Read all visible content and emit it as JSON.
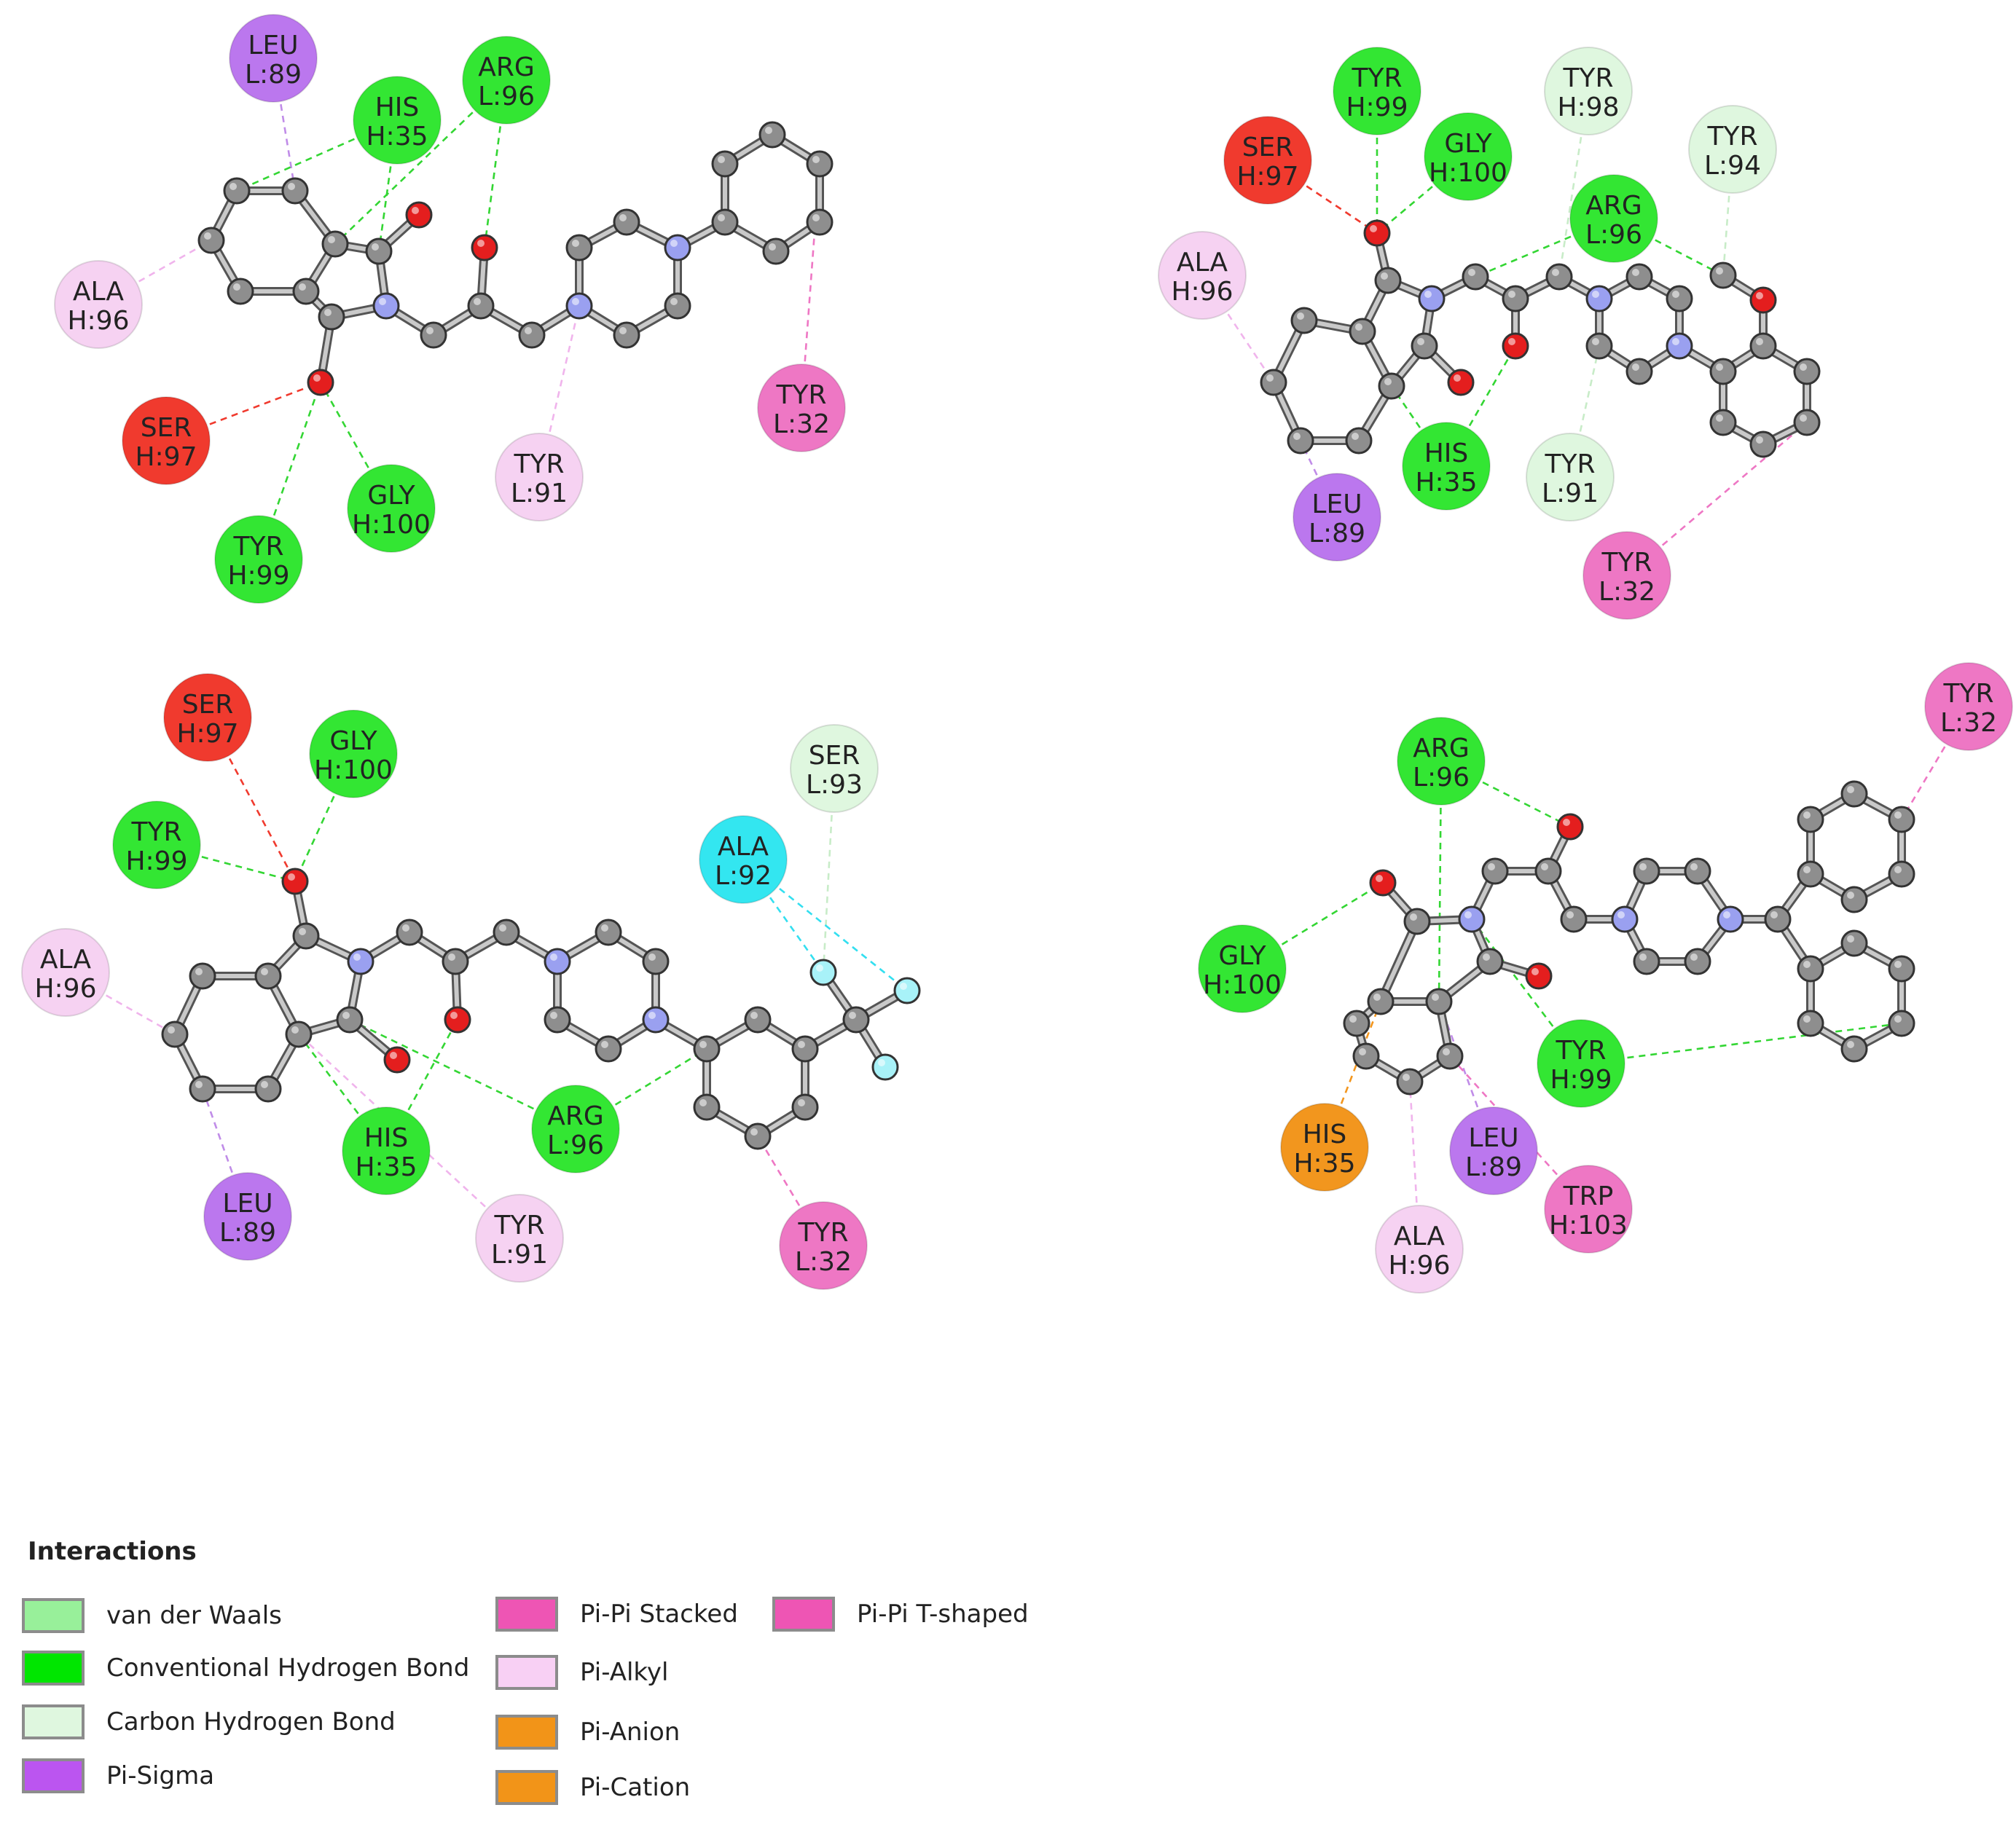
{
  "residue_types": {
    "vdw": "#98f09a",
    "hbond": "#33e633",
    "carbonh": "#dff7df",
    "pisigma": "#bb77ee",
    "pistack": "#ee77c4",
    "pialkyl": "#f6d2f2",
    "pianion": "#f2961e",
    "pication": "#f2961e",
    "pitshaped": "#ee77c4",
    "unfav": "#f03a2e",
    "halogen": "#33e6f0"
  },
  "atom_colors": {
    "C": "#8e8e8e",
    "N": "#9aa0f0",
    "O": "#e41e1e",
    "F": "#a8f2f8"
  },
  "panels": [
    {
      "residues": [
        {
          "id": "leu89",
          "l1": "LEU",
          "l2": "L:89",
          "type": "pisigma"
        },
        {
          "id": "his35",
          "l1": "HIS",
          "l2": "H:35",
          "type": "hbond"
        },
        {
          "id": "arg96",
          "l1": "ARG",
          "l2": "L:96",
          "type": "hbond"
        },
        {
          "id": "ala96",
          "l1": "ALA",
          "l2": "H:96",
          "type": "pialkyl"
        },
        {
          "id": "ser97",
          "l1": "SER",
          "l2": "H:97",
          "type": "unfav"
        },
        {
          "id": "tyr99",
          "l1": "TYR",
          "l2": "H:99",
          "type": "hbond"
        },
        {
          "id": "gly100",
          "l1": "GLY",
          "l2": "H:100",
          "type": "hbond"
        },
        {
          "id": "tyr91",
          "l1": "TYR",
          "l2": "L:91",
          "type": "pialkyl"
        },
        {
          "id": "tyr32",
          "l1": "TYR",
          "l2": "L:32",
          "type": "pistack"
        }
      ]
    },
    {
      "residues": [
        {
          "id": "tyr99",
          "l1": "TYR",
          "l2": "H:99",
          "type": "hbond"
        },
        {
          "id": "tyr98",
          "l1": "TYR",
          "l2": "H:98",
          "type": "carbonh"
        },
        {
          "id": "ser97",
          "l1": "SER",
          "l2": "H:97",
          "type": "unfav"
        },
        {
          "id": "gly100",
          "l1": "GLY",
          "l2": "H:100",
          "type": "hbond"
        },
        {
          "id": "tyr94",
          "l1": "TYR",
          "l2": "L:94",
          "type": "carbonh"
        },
        {
          "id": "arg96",
          "l1": "ARG",
          "l2": "L:96",
          "type": "hbond"
        },
        {
          "id": "ala96",
          "l1": "ALA",
          "l2": "H:96",
          "type": "pialkyl"
        },
        {
          "id": "his35",
          "l1": "HIS",
          "l2": "H:35",
          "type": "hbond"
        },
        {
          "id": "tyr91",
          "l1": "TYR",
          "l2": "L:91",
          "type": "carbonh"
        },
        {
          "id": "leu89",
          "l1": "LEU",
          "l2": "L:89",
          "type": "pisigma"
        },
        {
          "id": "tyr32",
          "l1": "TYR",
          "l2": "L:32",
          "type": "pistack"
        }
      ]
    },
    {
      "residues": [
        {
          "id": "ser97",
          "l1": "SER",
          "l2": "H:97",
          "type": "unfav"
        },
        {
          "id": "gly100",
          "l1": "GLY",
          "l2": "H:100",
          "type": "hbond"
        },
        {
          "id": "tyr99",
          "l1": "TYR",
          "l2": "H:99",
          "type": "hbond"
        },
        {
          "id": "ser93",
          "l1": "SER",
          "l2": "L:93",
          "type": "carbonh"
        },
        {
          "id": "ala92",
          "l1": "ALA",
          "l2": "L:92",
          "type": "halogen"
        },
        {
          "id": "ala96",
          "l1": "ALA",
          "l2": "H:96",
          "type": "pialkyl"
        },
        {
          "id": "his35",
          "l1": "HIS",
          "l2": "H:35",
          "type": "hbond"
        },
        {
          "id": "arg96",
          "l1": "ARG",
          "l2": "L:96",
          "type": "hbond"
        },
        {
          "id": "leu89",
          "l1": "LEU",
          "l2": "L:89",
          "type": "pisigma"
        },
        {
          "id": "tyr91",
          "l1": "TYR",
          "l2": "L:91",
          "type": "pialkyl"
        },
        {
          "id": "tyr32",
          "l1": "TYR",
          "l2": "L:32",
          "type": "pistack"
        }
      ]
    },
    {
      "residues": [
        {
          "id": "tyr32",
          "l1": "TYR",
          "l2": "L:32",
          "type": "pistack"
        },
        {
          "id": "arg96",
          "l1": "ARG",
          "l2": "L:96",
          "type": "hbond"
        },
        {
          "id": "gly100",
          "l1": "GLY",
          "l2": "H:100",
          "type": "hbond"
        },
        {
          "id": "tyr99",
          "l1": "TYR",
          "l2": "H:99",
          "type": "hbond"
        },
        {
          "id": "his35",
          "l1": "HIS",
          "l2": "H:35",
          "type": "pianion"
        },
        {
          "id": "leu89",
          "l1": "LEU",
          "l2": "L:89",
          "type": "pisigma"
        },
        {
          "id": "trp103",
          "l1": "TRP",
          "l2": "H:103",
          "type": "pistack"
        },
        {
          "id": "ala96",
          "l1": "ALA",
          "l2": "H:96",
          "type": "pialkyl"
        }
      ]
    }
  ],
  "legend": {
    "title": "Interactions",
    "items": [
      {
        "label": "van der Waals",
        "color": "#98f09a"
      },
      {
        "label": "Conventional Hydrogen Bond",
        "color": "#00e600"
      },
      {
        "label": "Carbon Hydrogen Bond",
        "color": "#dff7df"
      },
      {
        "label": "Pi-Sigma",
        "color": "#bb55f0"
      },
      {
        "label": "Pi-Pi Stacked",
        "color": "#ee55b4"
      },
      {
        "label": "Pi-Alkyl",
        "color": "#f8d0f4"
      },
      {
        "label": "Pi-Anion",
        "color": "#f29418"
      },
      {
        "label": "Pi-Cation",
        "color": "#f29418"
      },
      {
        "label": "Pi-Pi T-shaped",
        "color": "#ee55b4"
      }
    ]
  }
}
